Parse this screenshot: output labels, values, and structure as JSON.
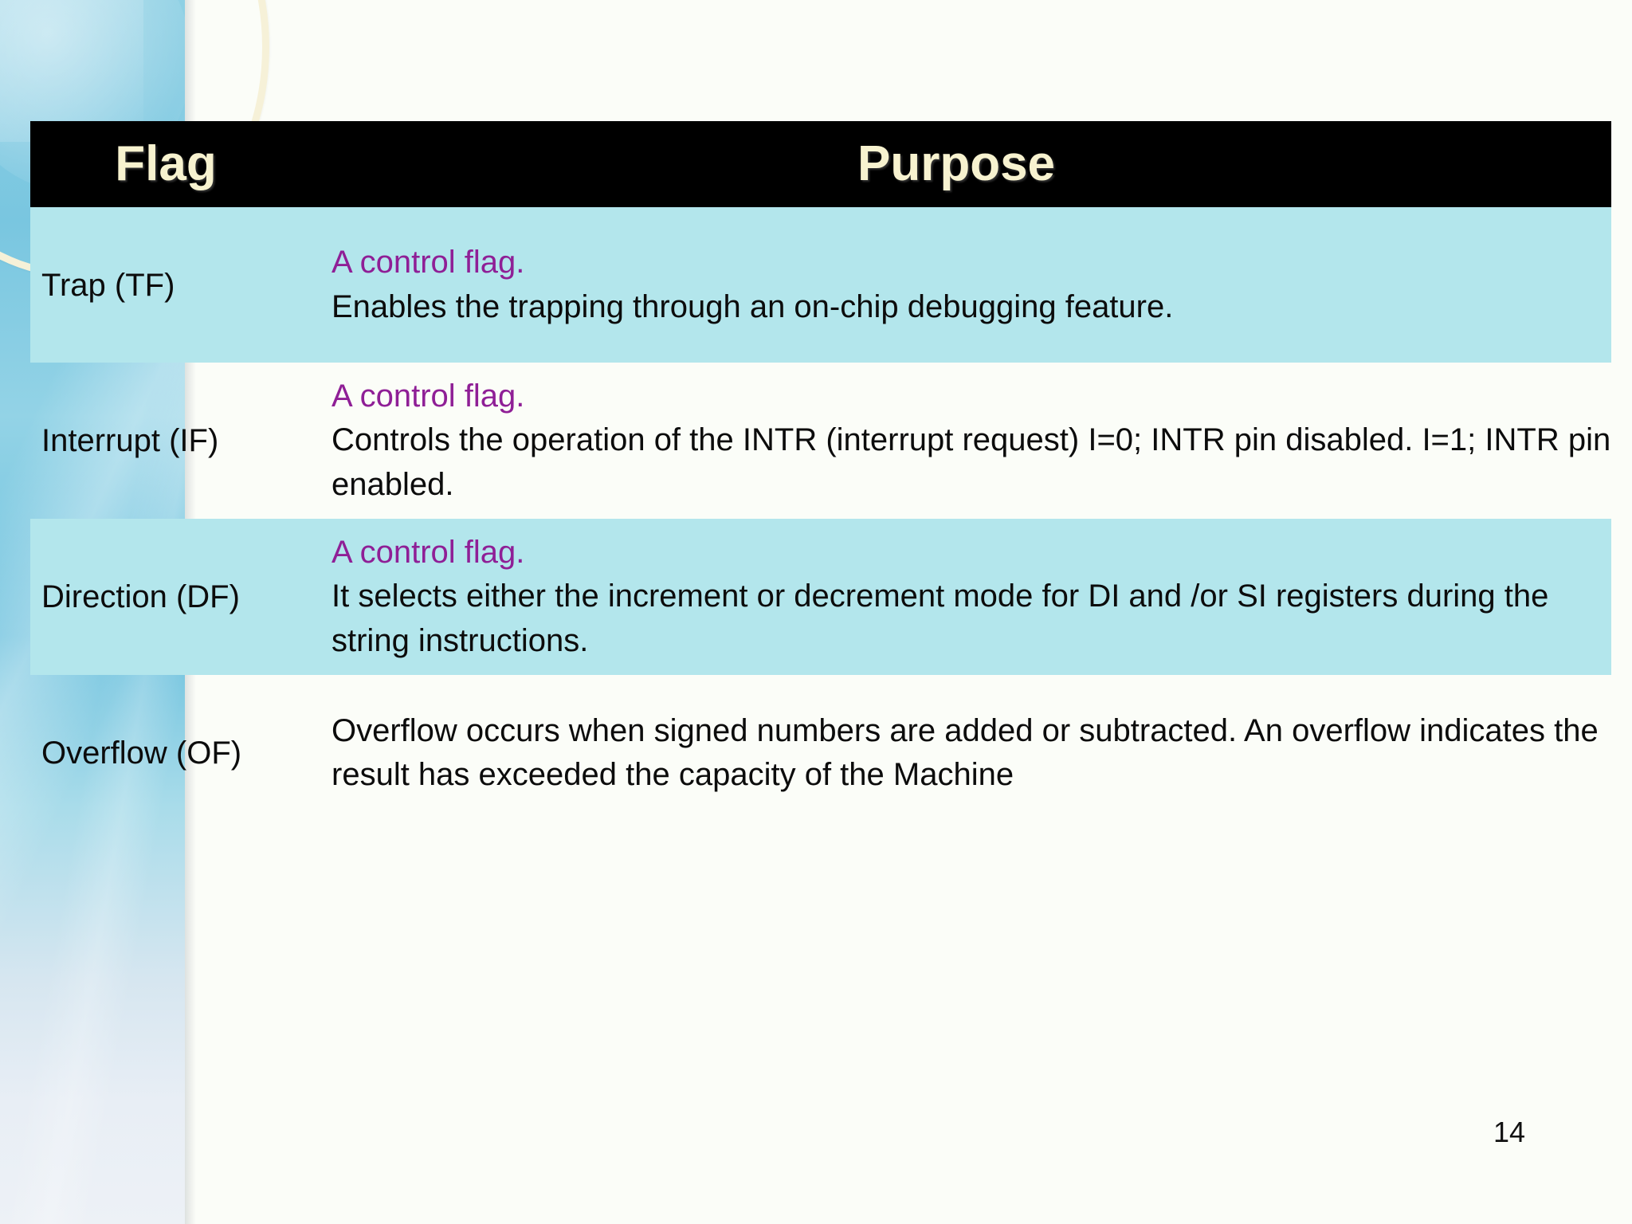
{
  "slide": {
    "page_number": "14",
    "accent_header_bg": "#000000",
    "accent_header_text": "#F7F2CF",
    "row_shade_color": "#B3E6EC",
    "control_flag_color": "#8F1F96",
    "sidebar_color": "#79C6E0",
    "swoosh_color": "#F6F1D8"
  },
  "table": {
    "headers": {
      "flag": "Flag",
      "purpose": "Purpose"
    },
    "rows": [
      {
        "flag": "Trap (TF)",
        "control_note": "A control flag.",
        "purpose": "Enables the trapping through an on-chip debugging feature.",
        "shaded": true
      },
      {
        "flag": "Interrupt (IF)",
        "control_note": "A control flag.",
        "purpose": "Controls the operation of the INTR (interrupt request) I=0; INTR pin disabled. I=1; INTR pin enabled.",
        "shaded": false
      },
      {
        "flag": "Direction (DF)",
        "control_note": "A control flag.",
        "purpose": "It selects either the increment or decrement mode for DI and /or SI registers during the string instructions.",
        "shaded": true
      },
      {
        "flag": "Overflow (OF)",
        "control_note": "",
        "purpose": "Overflow occurs when signed numbers are added or subtracted. An overflow indicates the result has exceeded the capacity of the Machine",
        "shaded": false
      }
    ]
  }
}
